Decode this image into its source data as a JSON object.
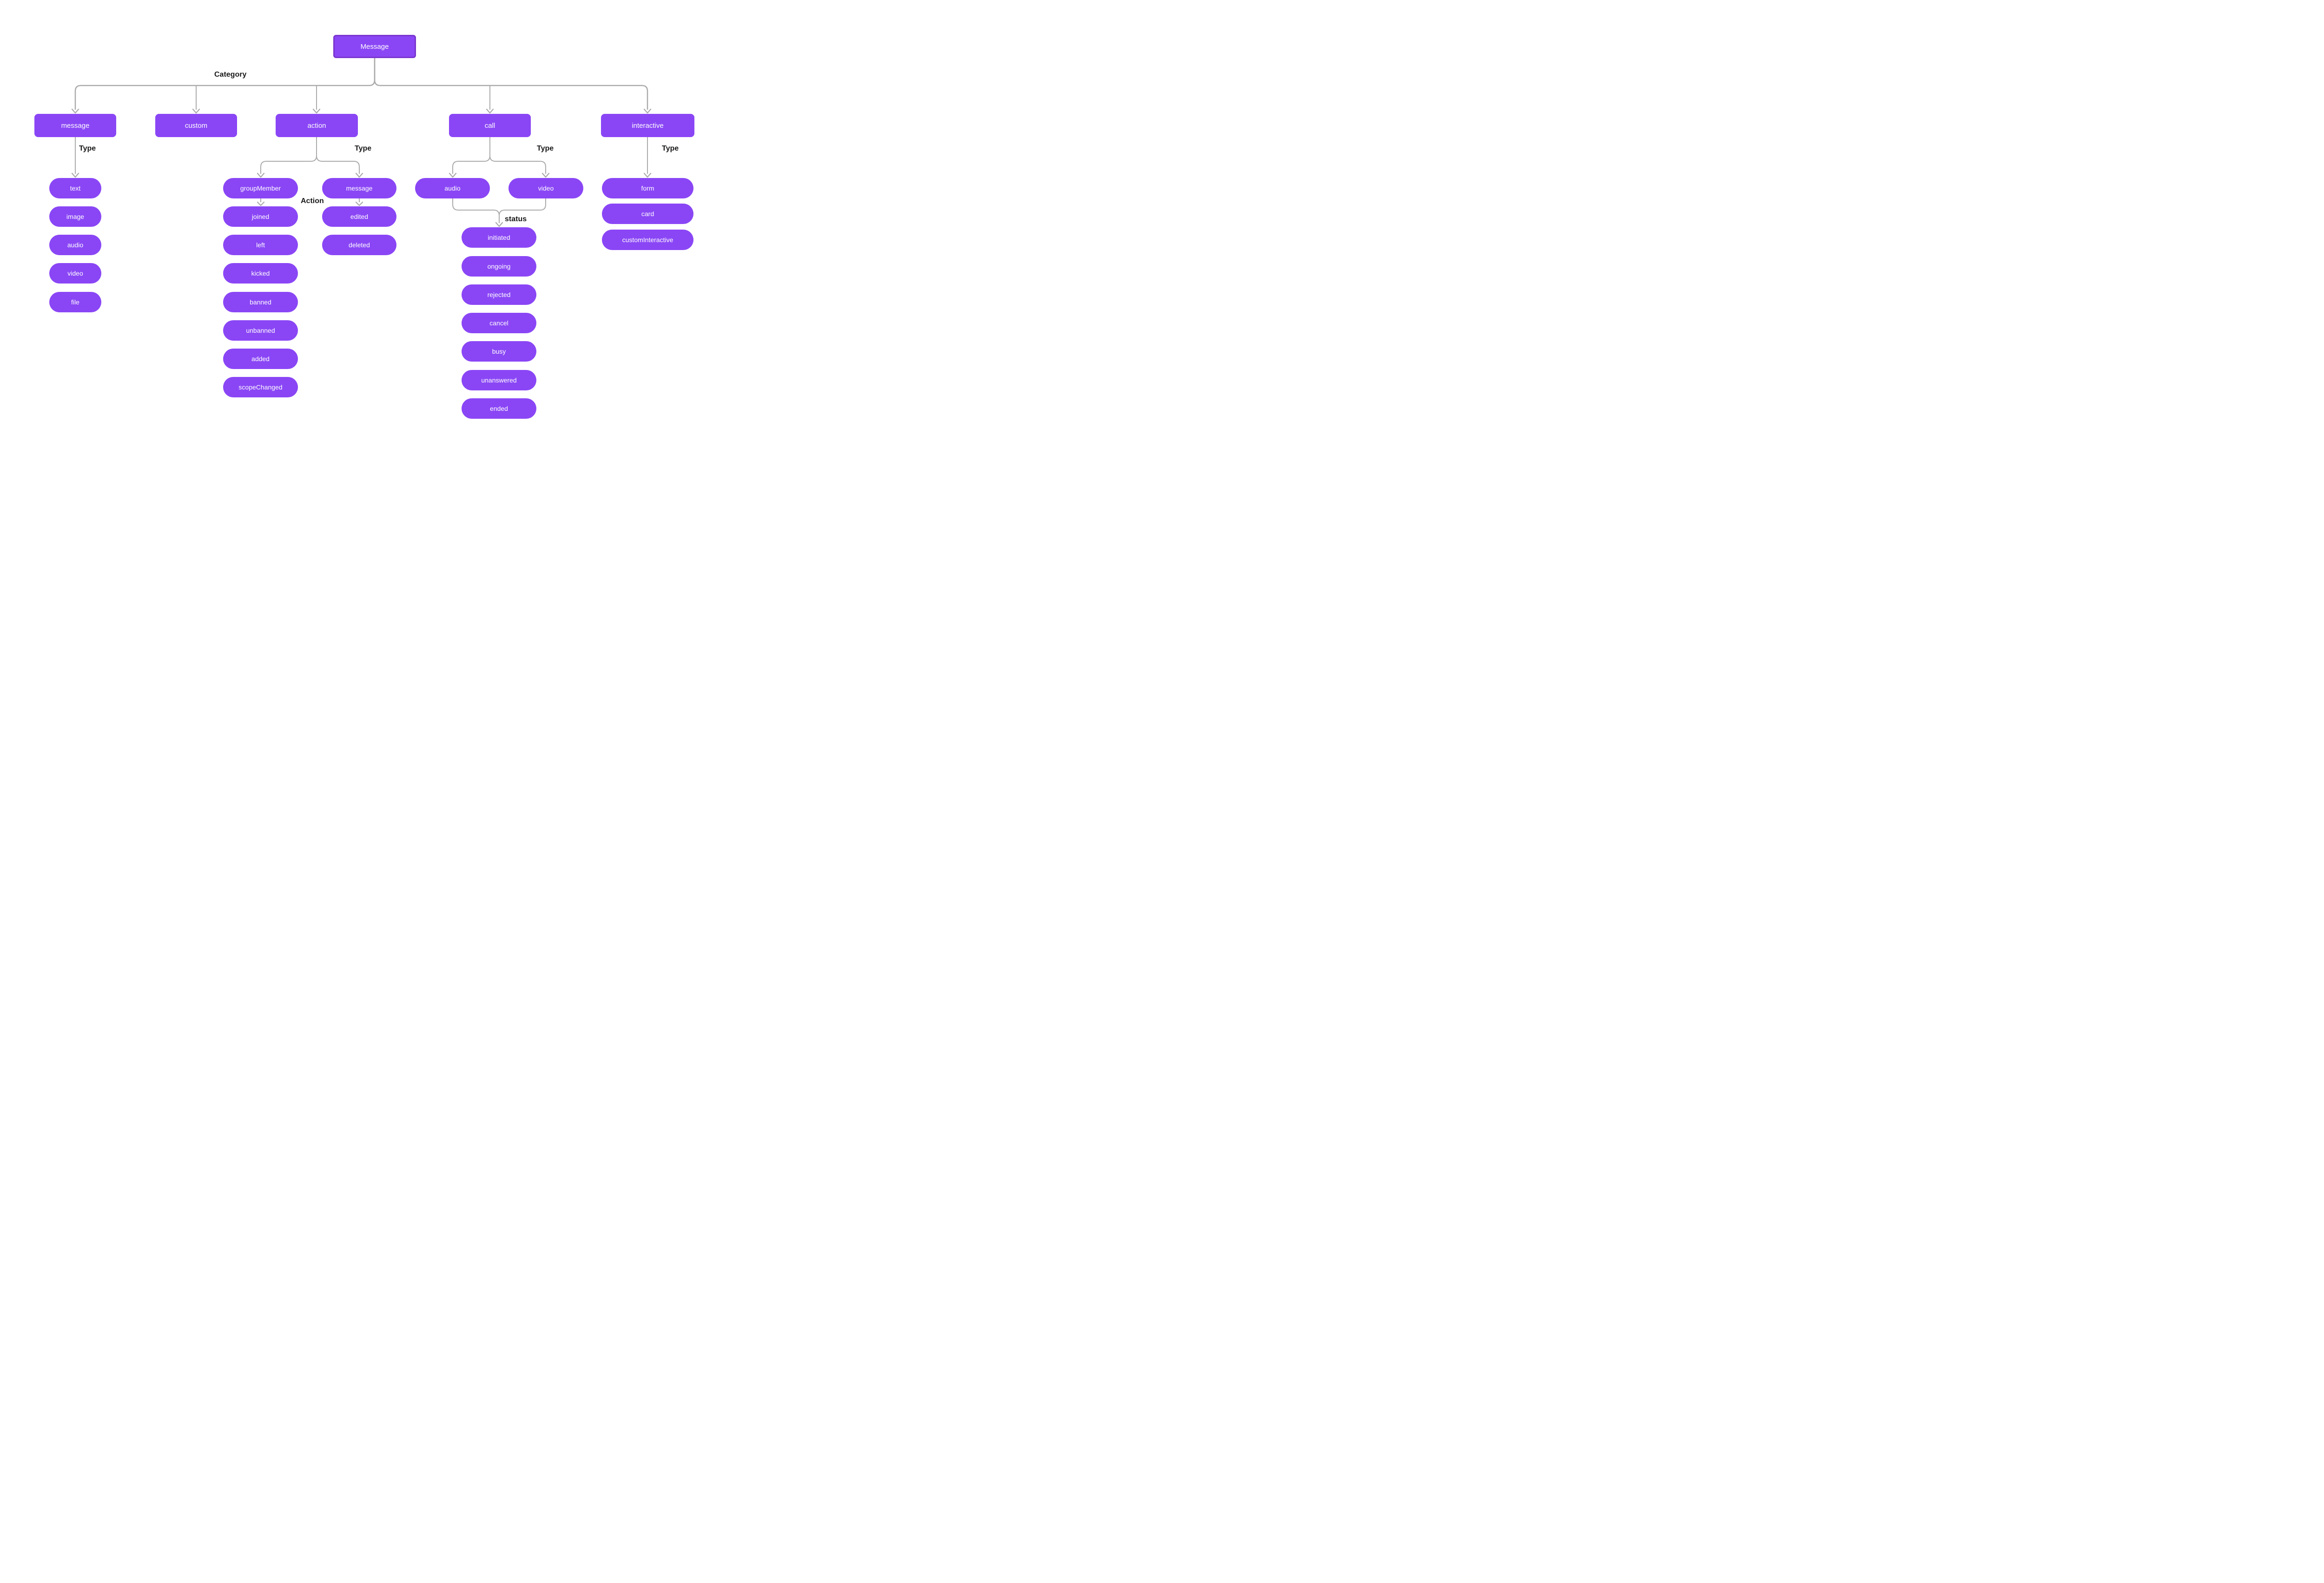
{
  "colors": {
    "node_fill": "#8a46f5",
    "root_border": "#7936cf",
    "connector": "#ababab",
    "label": "#1a1a1a",
    "node_text": "#ffffff",
    "background": "#ffffff"
  },
  "root": {
    "label": "Message"
  },
  "edge_labels": {
    "category": "Category",
    "type": "Type",
    "action": "Action",
    "status": "status"
  },
  "branches": {
    "message": {
      "label": "message",
      "children": [
        "text",
        "image",
        "audio",
        "video",
        "file"
      ]
    },
    "custom": {
      "label": "custom"
    },
    "action": {
      "label": "action",
      "types": [
        "groupMember",
        "message"
      ],
      "group_member_actions": [
        "joined",
        "left",
        "kicked",
        "banned",
        "unbanned",
        "added",
        "scopeChanged"
      ],
      "message_actions": [
        "edited",
        "deleted"
      ]
    },
    "call": {
      "label": "call",
      "types": [
        "audio",
        "video"
      ],
      "statuses": [
        "initiated",
        "ongoing",
        "rejected",
        "cancel",
        "busy",
        "unanswered",
        "ended"
      ]
    },
    "interactive": {
      "label": "interactive",
      "types": [
        "form",
        "card",
        "customInteractive"
      ]
    }
  }
}
